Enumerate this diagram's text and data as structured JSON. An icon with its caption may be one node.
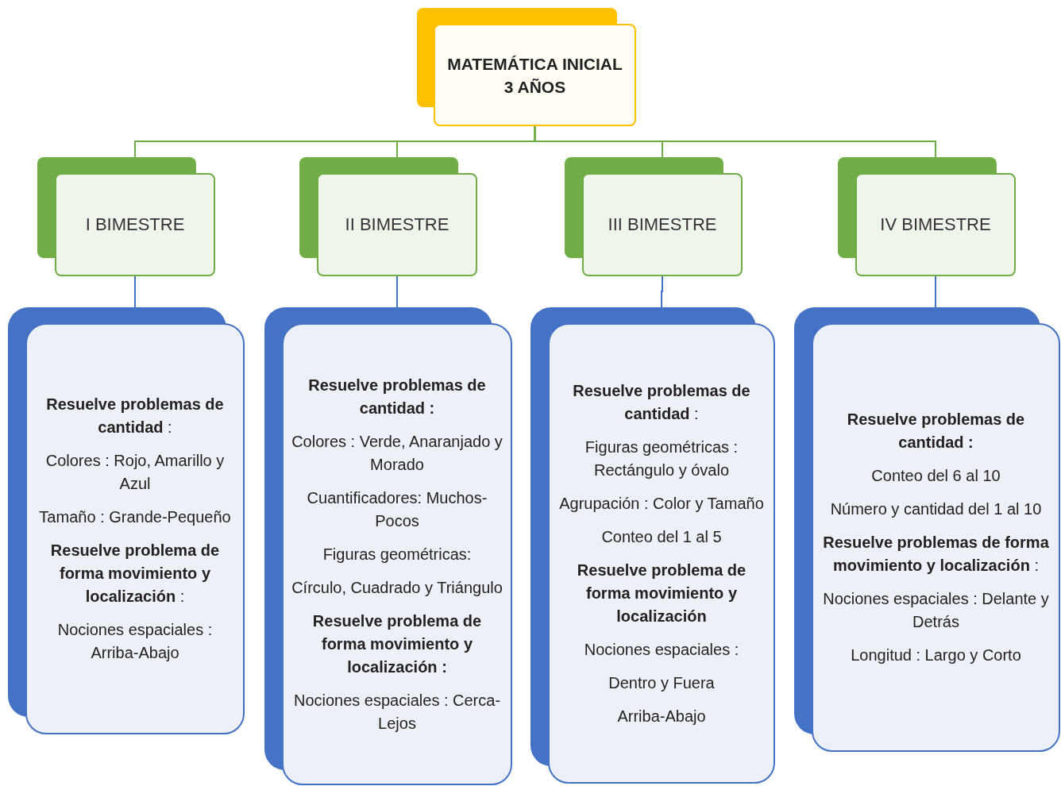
{
  "diagram": {
    "nodes": [
      {
        "text": [
          "MATEMÁTICA INICIAL 3 AÑOS"
        ]
      },
      {
        "text": [
          "I BIMESTRE"
        ]
      },
      {
        "text": [
          "II BIMESTRE"
        ]
      },
      {
        "text": [
          "III BIMESTRE"
        ]
      },
      {
        "text": [
          "IV BIMESTRE"
        ]
      },
      {
        "text": [
          "**Resuelve problemas de cantidad** :",
          "Colores : Rojo, Amarillo y Azul",
          "Tamaño : Grande-Pequeño",
          "**Resuelve problema de forma movimiento y localización** :",
          "Nociones espaciales : Arriba-Abajo"
        ]
      },
      {
        "text": [
          "**Resuelve problemas de cantidad :**",
          "Colores : Verde, Anaranjado y Morado",
          "Cuantificadores: Muchos-Pocos",
          "Figuras geométricas:",
          "Círculo, Cuadrado y Triángulo",
          "**Resuelve problema de forma movimiento y localización :**",
          "Nociones espaciales : Cerca-Lejos"
        ]
      },
      {
        "text": [
          "**Resuelve problemas de cantidad** :",
          "Figuras geométricas : Rectángulo y óvalo",
          "Agrupación : Color y Tamaño",
          "Conteo del 1 al 5",
          "**Resuelve problema de forma movimiento y localización**",
          "Nociones espaciales :",
          "Dentro y Fuera",
          "Arriba-Abajo"
        ]
      },
      {
        "text": [
          "**Resuelve problemas de cantidad :**",
          "Conteo del 6 al 10",
          "Número y cantidad del 1 al 10",
          "**Resuelve problemas de forma movimiento y localización** :",
          "Nociones espaciales : Delante y Detrás",
          "Longitud : Largo y Corto"
        ]
      }
    ],
    "edges": [
      {
        "from": 0,
        "to": 1,
        "arrow": "none",
        "color": "#70ad47"
      },
      {
        "from": 0,
        "to": 2,
        "arrow": "none",
        "color": "#70ad47"
      },
      {
        "from": 0,
        "to": 3,
        "arrow": "none",
        "color": "#70ad47"
      },
      {
        "from": 0,
        "to": 4,
        "arrow": "none",
        "color": "#70ad47"
      },
      {
        "from": 1,
        "to": 5,
        "arrow": "none",
        "color": "#4472c4"
      },
      {
        "from": 2,
        "to": 6,
        "arrow": "none",
        "color": "#4472c4"
      },
      {
        "from": 3,
        "to": 7,
        "arrow": "none",
        "color": "#4472c4"
      },
      {
        "from": 4,
        "to": 8,
        "arrow": "none",
        "color": "#4472c4"
      }
    ]
  }
}
